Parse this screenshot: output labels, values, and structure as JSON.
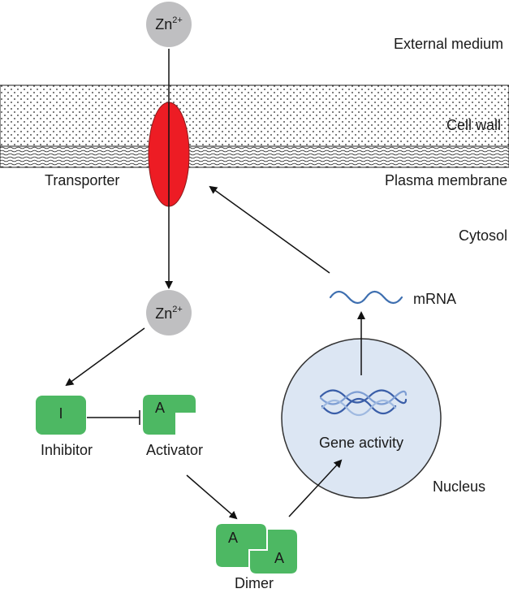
{
  "ion": {
    "symbol": "Zn",
    "charge": "2+"
  },
  "regions": {
    "external": "External medium",
    "cell_wall": "Cell wall",
    "membrane": "Plasma membrane",
    "cytosol": "Cytosol",
    "nucleus": "Nucleus"
  },
  "components": {
    "transporter": "Transporter",
    "inhibitor_letter": "I",
    "inhibitor": "Inhibitor",
    "activator_letter": "A",
    "activator": "Activator",
    "dimer_letter_a": "A",
    "dimer_letter_b": "A",
    "dimer": "Dimer",
    "gene_activity": "Gene activity",
    "mrna": "mRNA"
  },
  "colors": {
    "ion": "#bfbfc1",
    "transporter": "#ed1c24",
    "protein": "#4db863",
    "nucleus_fill": "#dce6f3",
    "nucleus_stroke": "#333333",
    "dna": "#3a5ea8",
    "mrna": "#3e6fb0"
  }
}
